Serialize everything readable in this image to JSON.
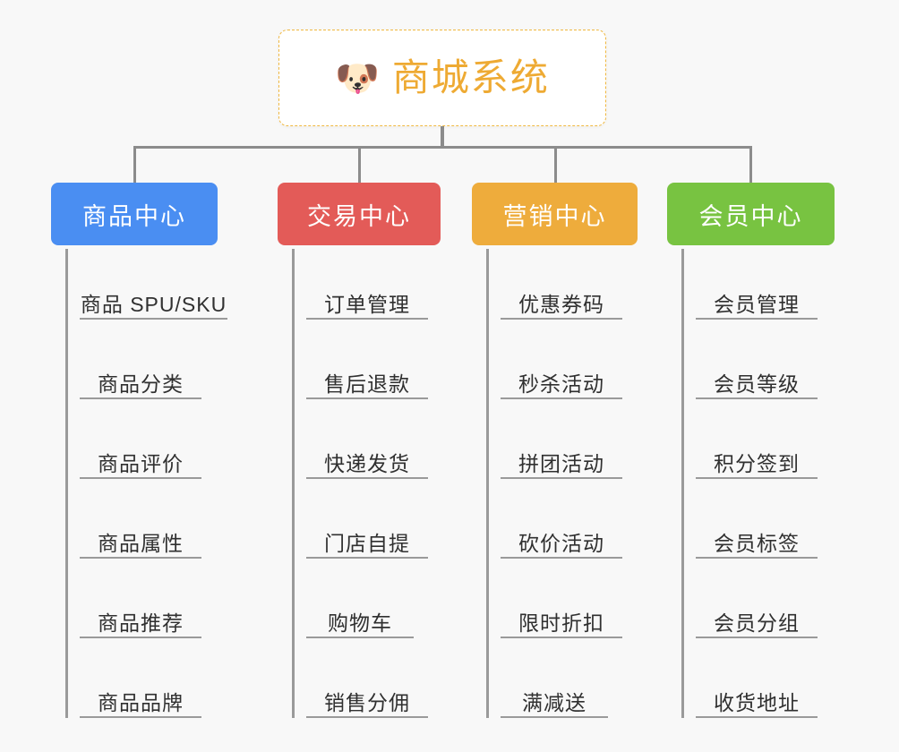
{
  "diagram": {
    "type": "mind-map",
    "background_color": "#f8f8f8",
    "connector_color": "#8c8c8c",
    "leaf_underline_color": "#9a9a9a",
    "leaf_text_color": "#303030"
  },
  "root": {
    "title": "商城系统",
    "emoji": "🐶",
    "emoji_name": "shiba-dog-face",
    "text_color": "#eeaa33",
    "border_color": "#f0b840",
    "background_color": "#ffffff"
  },
  "branches": [
    {
      "label": "商品中心",
      "color": "#4a8ef2",
      "items": [
        "商品 SPU/SKU",
        "商品分类",
        "商品评价",
        "商品属性",
        "商品推荐",
        "商品品牌"
      ]
    },
    {
      "label": "交易中心",
      "color": "#e35b58",
      "items": [
        "订单管理",
        "售后退款",
        "快递发货",
        "门店自提",
        "购物车",
        "销售分佣"
      ]
    },
    {
      "label": "营销中心",
      "color": "#eeac3c",
      "items": [
        "优惠券码",
        "秒杀活动",
        "拼团活动",
        "砍价活动",
        "限时折扣",
        "满减送"
      ]
    },
    {
      "label": "会员中心",
      "color": "#78c council",
      "items": [
        "会员管理",
        "会员等级",
        "积分签到",
        "会员标签",
        "会员分组",
        "收货地址"
      ]
    }
  ]
}
